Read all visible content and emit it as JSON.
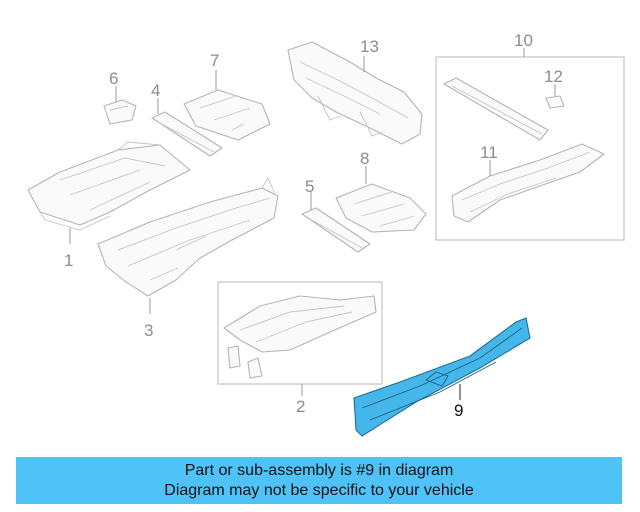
{
  "diagram": {
    "highlight_color": "#4fc3f7",
    "callouts": [
      {
        "id": "1",
        "label": "1"
      },
      {
        "id": "2",
        "label": "2"
      },
      {
        "id": "3",
        "label": "3"
      },
      {
        "id": "4",
        "label": "4"
      },
      {
        "id": "5",
        "label": "5"
      },
      {
        "id": "6",
        "label": "6"
      },
      {
        "id": "7",
        "label": "7"
      },
      {
        "id": "8",
        "label": "8"
      },
      {
        "id": "9",
        "label": "9",
        "highlighted": true
      },
      {
        "id": "10",
        "label": "10"
      },
      {
        "id": "11",
        "label": "11"
      },
      {
        "id": "12",
        "label": "12"
      },
      {
        "id": "13",
        "label": "13"
      }
    ]
  },
  "banner": {
    "line1": "Part or sub-assembly is #9 in diagram",
    "line2": "Diagram may not be specific to your vehicle",
    "background": "#4fc3f7"
  }
}
